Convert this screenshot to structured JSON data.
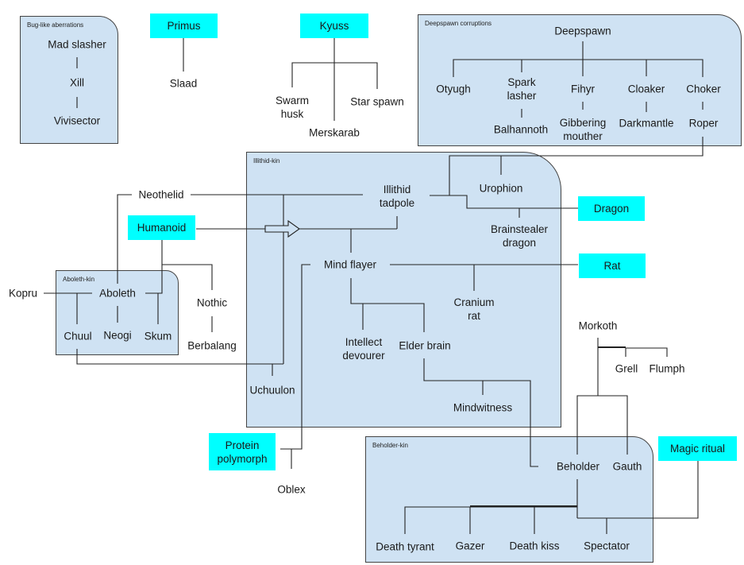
{
  "groups": {
    "bug_like": {
      "label": "Bug-like aberrations"
    },
    "deepspawn": {
      "label": "Deepspawn corruptions"
    },
    "illithid": {
      "label": "Illithid-kin"
    },
    "aboleth": {
      "label": "Aboleth-kin"
    },
    "beholder": {
      "label": "Beholder-kin"
    }
  },
  "sources": {
    "primus": "Primus",
    "kyuss": "Kyuss",
    "humanoid": "Humanoid",
    "dragon": "Dragon",
    "rat": "Rat",
    "protein_polymorph": "Protein\npolymorph",
    "magic_ritual": "Magic ritual"
  },
  "nodes": {
    "mad_slasher": "Mad slasher",
    "xill": "Xill",
    "vivisector": "Vivisector",
    "slaad": "Slaad",
    "swarm_husk": "Swarm\nhusk",
    "merskarab": "Merskarab",
    "star_spawn": "Star spawn",
    "deepspawn": "Deepspawn",
    "otyugh": "Otyugh",
    "spark_lasher": "Spark\nlasher",
    "fihyr": "Fihyr",
    "cloaker": "Cloaker",
    "choker": "Choker",
    "balhannoth": "Balhannoth",
    "gibbering_mouther": "Gibbering\nmouther",
    "darkmantle": "Darkmantle",
    "roper": "Roper",
    "neothelid": "Neothelid",
    "illithid_tadpole": "Illithid\ntadpole",
    "urophion": "Urophion",
    "brainstealer_dragon": "Brainstealer\ndragon",
    "mind_flayer": "Mind flayer",
    "cranium_rat": "Cranium\nrat",
    "intellect_devourer": "Intellect\ndevourer",
    "elder_brain": "Elder brain",
    "mindwitness": "Mindwitness",
    "uchuulon": "Uchuulon",
    "kopru": "Kopru",
    "aboleth": "Aboleth",
    "chuul": "Chuul",
    "neogi": "Neogi",
    "skum": "Skum",
    "nothic": "Nothic",
    "berbalang": "Berbalang",
    "oblex": "Oblex",
    "morkoth": "Morkoth",
    "grell": "Grell",
    "flumph": "Flumph",
    "beholder": "Beholder",
    "gauth": "Gauth",
    "death_tyrant": "Death tyrant",
    "gazer": "Gazer",
    "death_kiss": "Death kiss",
    "spectator": "Spectator"
  },
  "colors": {
    "group_fill": "#cfe2f3",
    "source_fill": "#00ffff",
    "line": "#222222"
  }
}
